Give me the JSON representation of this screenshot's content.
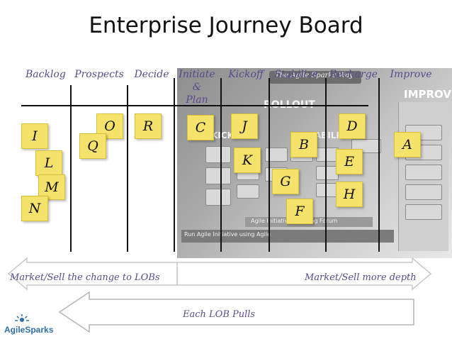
{
  "title": "Enterprise Journey Board",
  "columns": [
    "Backlog",
    "Prospects",
    "Decide",
    "Initiate\n&\nPlan",
    "Kickoff",
    "Stabilize",
    "Recharge",
    "Improve"
  ],
  "background_photo": {
    "banner": "The Agile Sparks Way",
    "improve": "IMPROVE",
    "rollout": "ROLLOUT",
    "kickoff": "KICK-OFF",
    "stabilize": "STABILIZE",
    "initiative_strip": "Run Agile Initiative using Agile",
    "inner_strip": "Agile Initiative Planning Forum"
  },
  "notes": [
    "I",
    "L",
    "M",
    "N",
    "O",
    "Q",
    "R",
    "C",
    "J",
    "K",
    "G",
    "B",
    "E",
    "H",
    "F",
    "D",
    "A"
  ],
  "arrows": {
    "left_label": "Market/Sell the change to LOBs",
    "right_label": "Market/Sell more depth",
    "pull_label": "Each LOB Pulls"
  },
  "logo": "AgileSparks",
  "colors": {
    "sticky": "#f4e26b",
    "label": "#5a4a8c",
    "logo": "#2f6fa8"
  }
}
